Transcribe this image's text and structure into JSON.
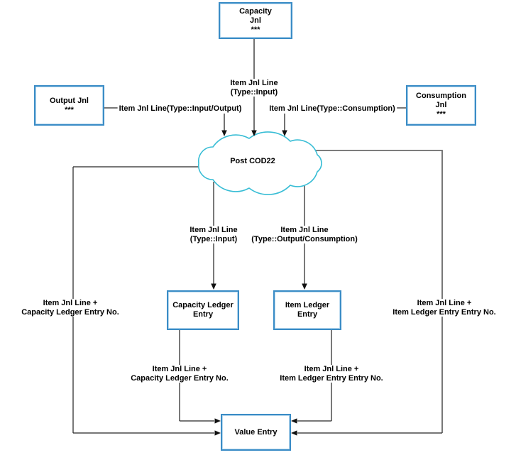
{
  "cloud": {
    "label": "Post COD22"
  },
  "nodes": {
    "capacity_jnl": {
      "lines": [
        "Capacity",
        "Jnl",
        "***"
      ]
    },
    "output_jnl": {
      "lines": [
        "Output Jnl",
        "***"
      ]
    },
    "consumption_jnl": {
      "lines": [
        "Consumption",
        "Jnl",
        "***"
      ]
    },
    "capacity_ledger_entry": {
      "lines": [
        "Capacity Ledger",
        "Entry"
      ]
    },
    "item_ledger_entry": {
      "lines": [
        "Item Ledger",
        "Entry"
      ]
    },
    "value_entry": {
      "lines": [
        "Value Entry"
      ]
    }
  },
  "edge_labels": {
    "capacity_to_cloud": {
      "lines": [
        "Item Jnl Line",
        "(Type::Input)"
      ]
    },
    "output_to_cloud": {
      "lines": [
        "Item Jnl Line(Type::Input/Output)"
      ]
    },
    "consumption_to_cloud": {
      "lines": [
        "Item Jnl Line(Type::Consumption)"
      ]
    },
    "cloud_to_capacity_ledger": {
      "lines": [
        "Item Jnl Line",
        "(Type::Input)"
      ]
    },
    "cloud_to_item_ledger": {
      "lines": [
        "Item Jnl Line",
        "(Type::Output/Consumption)"
      ]
    },
    "outer_left": {
      "lines": [
        "Item Jnl Line +",
        "Capacity Ledger Entry No."
      ]
    },
    "outer_right": {
      "lines": [
        "Item Jnl Line +",
        "Item Ledger Entry Entry No."
      ]
    },
    "capacity_ledger_to_value": {
      "lines": [
        "Item Jnl Line +",
        "Capacity Ledger Entry No."
      ]
    },
    "item_ledger_to_value": {
      "lines": [
        "Item Jnl Line +",
        "Item Ledger Entry Entry No."
      ]
    }
  },
  "colors": {
    "box_border": "#3a8cc6",
    "box_border_highlight": "#b9d9ee",
    "cloud_stroke": "#38bdd5",
    "line_gray": "#6a6a6a",
    "line_dark": "#262626",
    "arrow": "#111111",
    "text": "#000000"
  }
}
